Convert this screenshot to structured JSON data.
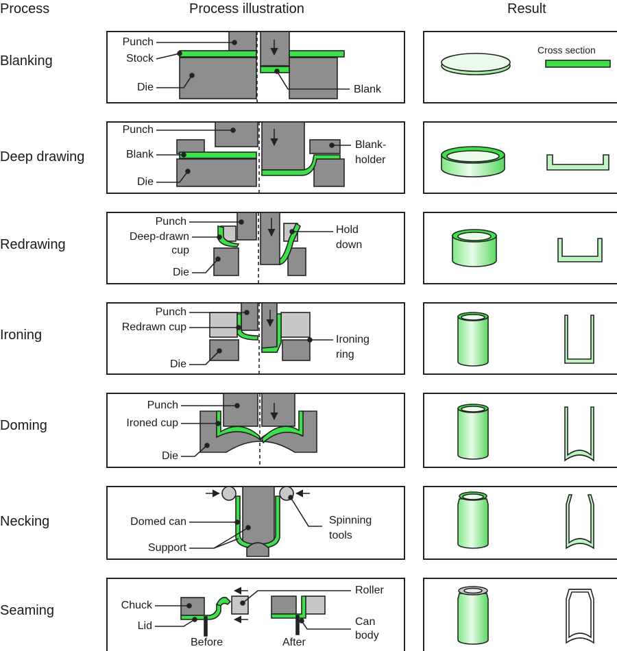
{
  "headers": {
    "process": "Process",
    "illustration": "Process illustration",
    "result": "Result"
  },
  "rows": [
    {
      "process": "Blanking",
      "labels": {
        "punch": "Punch",
        "stock": "Stock",
        "die": "Die",
        "blank": "Blank"
      },
      "result_label": "Cross section"
    },
    {
      "process": "Deep drawing",
      "labels": {
        "punch": "Punch",
        "blank": "Blank",
        "die": "Die",
        "blankholder_1": "Blank-",
        "blankholder_2": "holder"
      }
    },
    {
      "process": "Redrawing",
      "labels": {
        "punch": "Punch",
        "cup_1": "Deep-drawn",
        "cup_2": "cup",
        "die": "Die",
        "hold_1": "Hold",
        "hold_2": "down"
      }
    },
    {
      "process": "Ironing",
      "labels": {
        "punch": "Punch",
        "cup": "Redrawn cup",
        "die": "Die",
        "ring_1": "Ironing",
        "ring_2": "ring"
      }
    },
    {
      "process": "Doming",
      "labels": {
        "punch": "Punch",
        "cup": "Ironed cup",
        "die": "Die"
      }
    },
    {
      "process": "Necking",
      "labels": {
        "can": "Domed can",
        "support": "Support",
        "tools_1": "Spinning",
        "tools_2": "tools"
      }
    },
    {
      "process": "Seaming",
      "labels": {
        "chuck": "Chuck",
        "lid": "Lid",
        "before": "Before",
        "after": "After",
        "roller": "Roller",
        "body_1": "Can",
        "body_2": "body"
      }
    }
  ],
  "colors": {
    "green": "#3ee04a",
    "light_green": "#bff5c0",
    "metal": "#8e8e8e",
    "metal_light": "#c8c8c8",
    "outline": "#222222"
  }
}
